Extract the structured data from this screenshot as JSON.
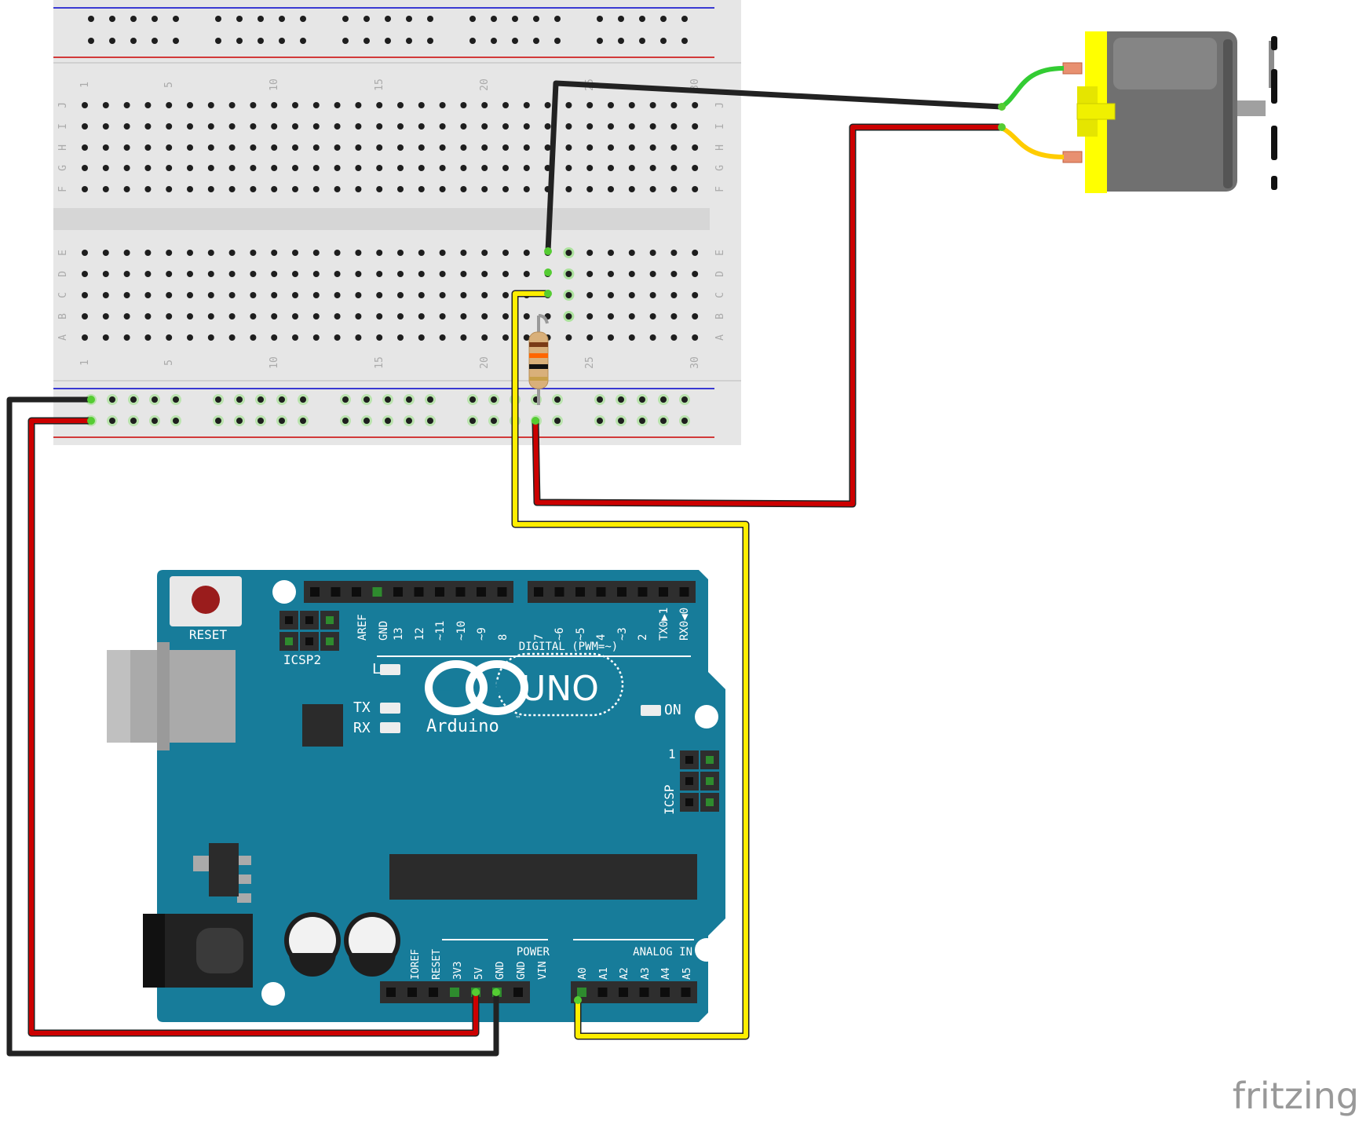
{
  "breadboard": {
    "column_labels_top": [
      "1",
      "5",
      "10",
      "15",
      "20",
      "25",
      "30"
    ],
    "column_labels_bottom": [
      "1",
      "5",
      "10",
      "15",
      "20",
      "25",
      "30"
    ],
    "row_labels_upper": [
      "J",
      "I",
      "H",
      "G",
      "F"
    ],
    "row_labels_lower": [
      "E",
      "D",
      "C",
      "B",
      "A"
    ]
  },
  "arduino": {
    "reset_label": "RESET",
    "icsp2_label": "ICSP2",
    "icsp_label": "ICSP",
    "icsp_pin1": "1",
    "digital_header_label": "DIGITAL (PWM=~)",
    "digital_pins": [
      "AREF",
      "GND",
      "13",
      "12",
      "~11",
      "~10",
      "~9",
      "8",
      "7",
      "~6",
      "~5",
      "4",
      "~3",
      "2",
      "TX0▶1",
      "RX0◀0"
    ],
    "led_l": "L",
    "led_tx": "TX",
    "led_rx": "RX",
    "led_on": "ON",
    "logo_minus": "−",
    "logo_plus": "+",
    "brand": "Arduino",
    "trademark": "™",
    "model": "UNO",
    "power_header_label": "POWER",
    "power_pins": [
      "IOREF",
      "RESET",
      "3V3",
      "5V",
      "GND",
      "GND",
      "VIN"
    ],
    "analog_header_label": "ANALOG IN",
    "analog_pins": [
      "A0",
      "A1",
      "A2",
      "A3",
      "A4",
      "A5"
    ]
  },
  "colors": {
    "board": "#177c9a",
    "breadboard": "#e6e6e6",
    "wire_black": "#222222",
    "wire_red": "#cc0000",
    "wire_yellow": "#ffee00",
    "motor_body": "#707070",
    "motor_cap": "#ffff00",
    "lead_green": "#33cc33",
    "lead_yellow": "#ffcc00",
    "rail_blue": "#0000cc",
    "rail_red": "#cc0000"
  },
  "footer": {
    "brand": "fritzing"
  }
}
